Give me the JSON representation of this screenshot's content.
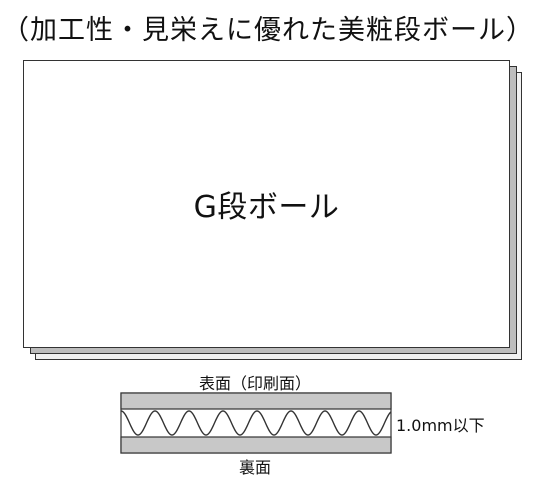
{
  "heading": "（加工性・見栄えに優れた美粧段ボール）",
  "product": {
    "name": "G段ボール"
  },
  "cross_section": {
    "top_label": "表面（印刷面）",
    "bottom_label": "裏面",
    "thickness_label": "1.0mm以下",
    "liner_color": "#c8c8c8",
    "flute_color": "#333333"
  }
}
